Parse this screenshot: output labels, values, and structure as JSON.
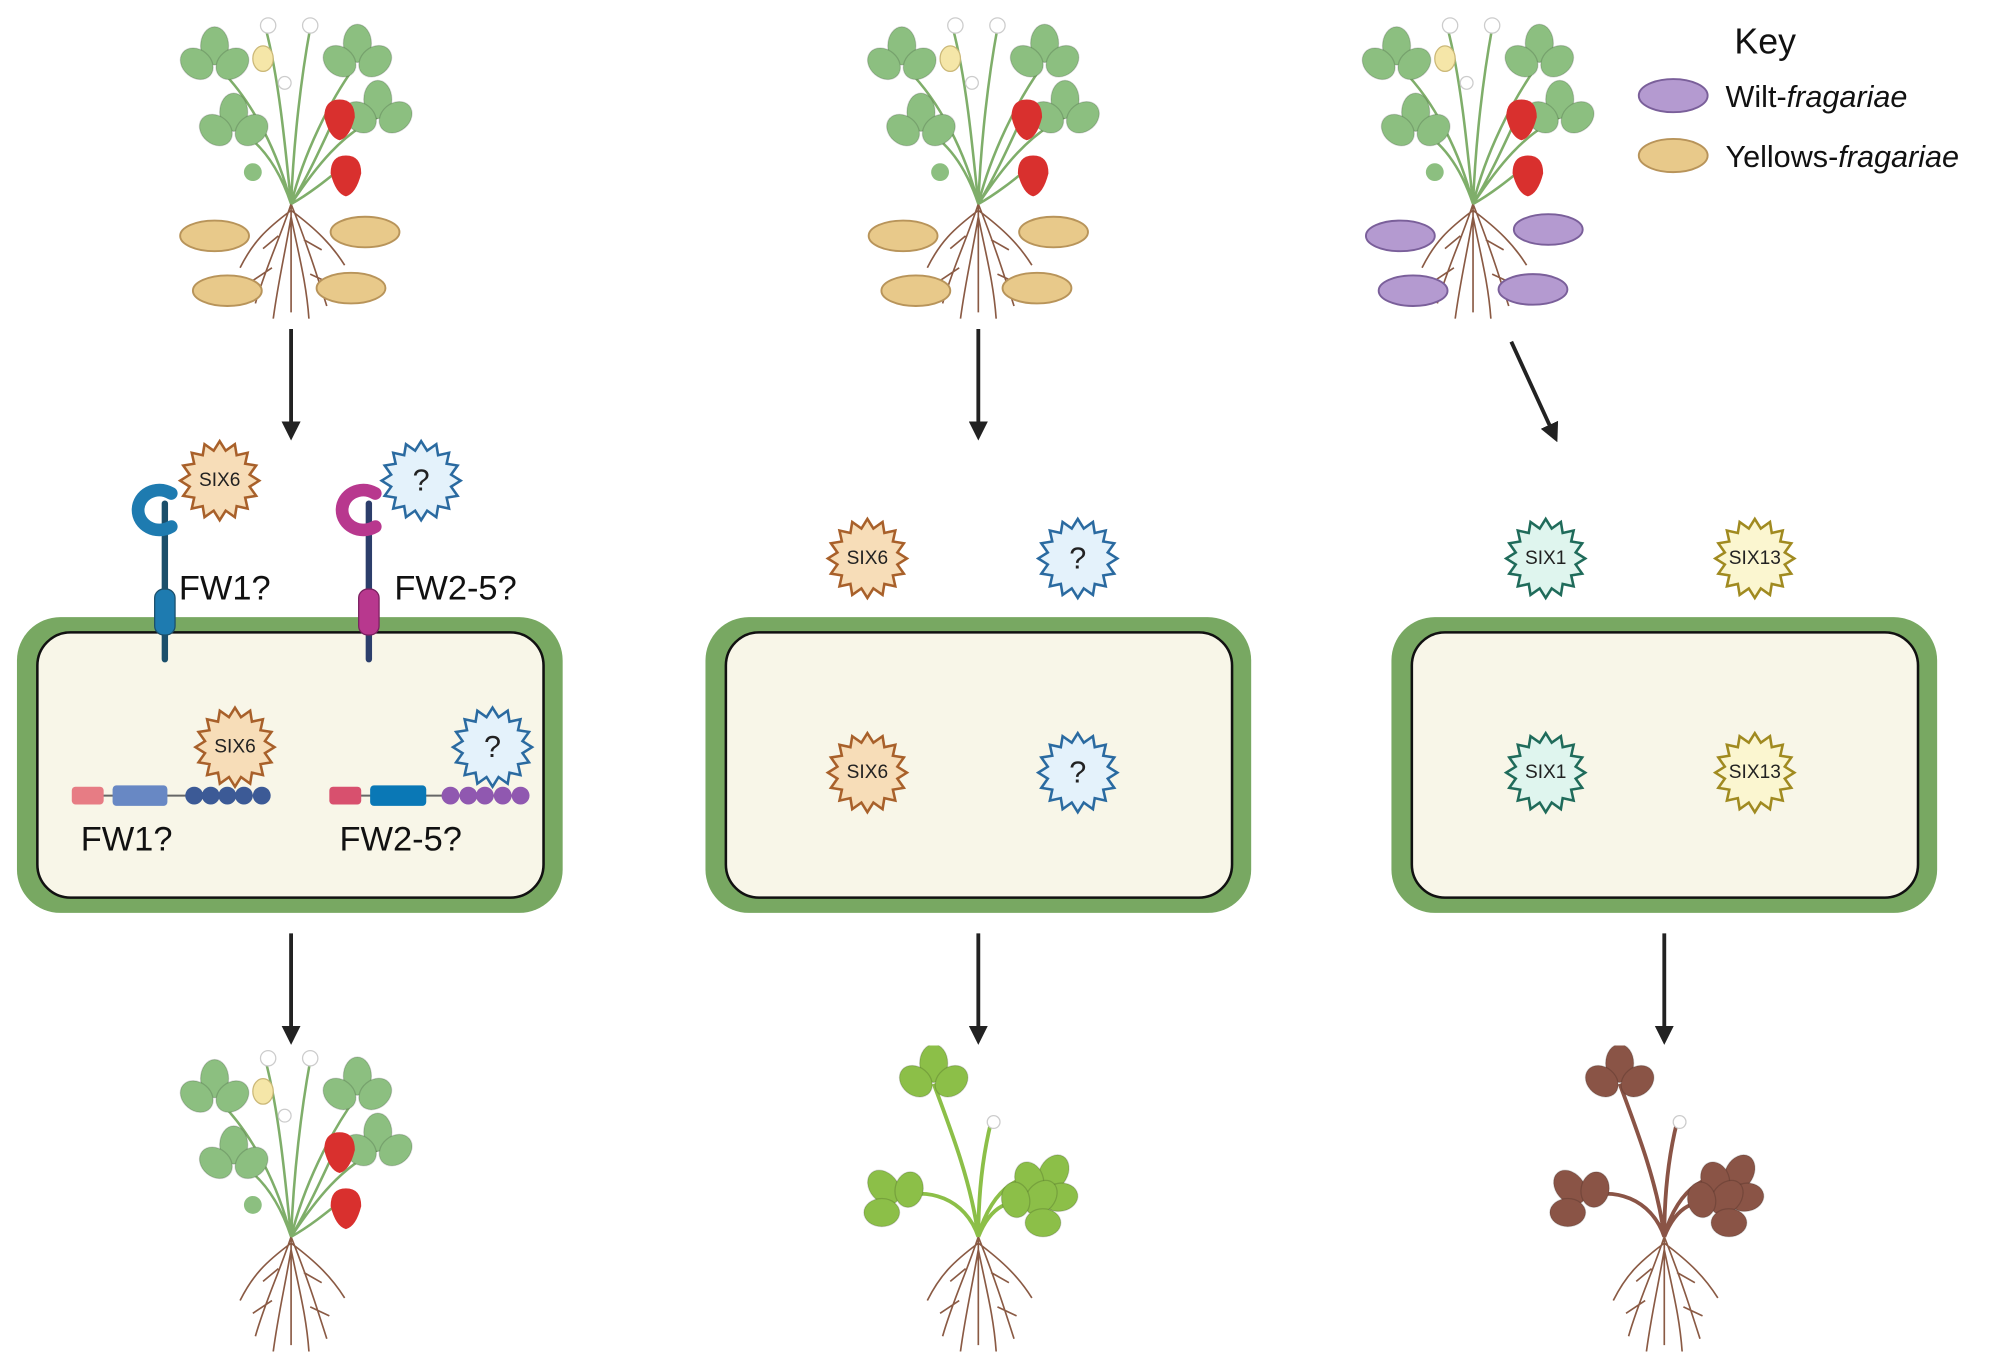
{
  "key": {
    "title": "Key",
    "items": [
      {
        "prefix": "Wilt-",
        "italic": "fragariae",
        "color": "#b49ad0"
      },
      {
        "prefix": "Yellows-",
        "italic": "fragariae",
        "color": "#e8c98a"
      }
    ]
  },
  "panel1": {
    "receptor_labels": [
      "FW1?",
      "FW2-5?"
    ],
    "gene_labels": [
      "FW1?",
      "FW2-5?"
    ],
    "effectors_outside": [
      "SIX6",
      "?"
    ],
    "effectors_inside": [
      "SIX6",
      "?"
    ]
  },
  "panel2": {
    "effectors_outside": [
      "SIX6",
      "?"
    ],
    "effectors_inside": [
      "SIX6",
      "?"
    ]
  },
  "panel3": {
    "effectors_outside": [
      "SIX1",
      "SIX13"
    ],
    "effectors_inside": [
      "SIX1",
      "SIX13"
    ]
  },
  "colors": {
    "cell_wall": "#78a862",
    "cytoplasm": "#f8f6e8",
    "receptor1": "#1e7bb0",
    "receptor2": "#b8388e",
    "healthy_leaf": "#8cbf80",
    "wilted_leaf": "#8cbf48",
    "dead_leaf": "#8a5446"
  }
}
